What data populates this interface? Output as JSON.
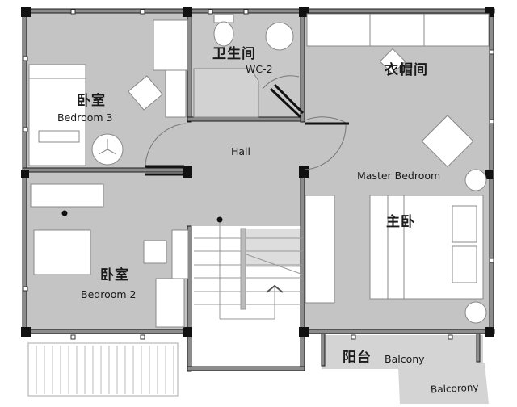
{
  "floor_plan": {
    "colors": {
      "floor": "#c4c4c4",
      "wall": "#1a1a1a",
      "wall_fill": "#8c8c8c",
      "furniture": "#ffffff",
      "background": "#ffffff",
      "balcony_floor": "#d4d4d4"
    },
    "rooms": [
      {
        "id": "bedroom3",
        "label_zh": "卧室",
        "label_en": "Bedroom 3"
      },
      {
        "id": "wc2",
        "label_zh": "卫生间",
        "label_en": "WC-2"
      },
      {
        "id": "walkin",
        "label_zh": "衣帽间",
        "label_en": ""
      },
      {
        "id": "hall",
        "label_zh": "",
        "label_en": "Hall"
      },
      {
        "id": "master",
        "label_zh": "主卧",
        "label_en": "Master Bedroom"
      },
      {
        "id": "bedroom2",
        "label_zh": "卧室",
        "label_en": "Bedroom 2"
      },
      {
        "id": "balcony",
        "label_zh": "阳台",
        "label_en": "Balcony"
      },
      {
        "id": "balcony2",
        "label_zh": "",
        "label_en": "Balcorony"
      }
    ],
    "fixtures": [
      "bed",
      "armchair",
      "side-table",
      "wardrobe",
      "toilet",
      "washbasin",
      "shower",
      "stairs",
      "closet",
      "double-bed",
      "tv-cabinet",
      "railing"
    ],
    "stairs": {
      "direction": "up"
    }
  }
}
